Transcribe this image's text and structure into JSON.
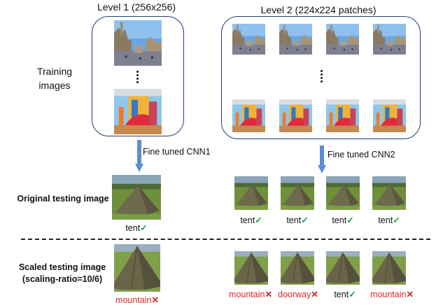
{
  "headers": {
    "level1": "Level 1 (256x256)",
    "level2": "Level 2 (224x224 patches)"
  },
  "training_label": "Training images",
  "arrows": {
    "cnn1": "Fine tuned CNN1",
    "cnn2": "Fine tuned CNN2"
  },
  "rows": {
    "original": "Original testing image",
    "scaled_line1": "Scaled testing image",
    "scaled_line2": "(scaling-ratio=10/6)"
  },
  "original_captions": {
    "level1": {
      "text": "tent",
      "mark": "✓"
    },
    "patches": [
      {
        "text": "tent",
        "mark": "✓"
      },
      {
        "text": "tent",
        "mark": "✓"
      },
      {
        "text": "tent",
        "mark": "✓"
      },
      {
        "text": "tent",
        "mark": "✓"
      }
    ]
  },
  "scaled_captions": {
    "level1": {
      "text": "mountain",
      "mark": "✕"
    },
    "patches": [
      {
        "text": "mountain",
        "mark": "✕"
      },
      {
        "text": "doorway",
        "mark": "✕"
      },
      {
        "text": "tent",
        "mark": "✓"
      },
      {
        "text": "mountain",
        "mark": "✕"
      }
    ]
  },
  "colors": {
    "box_border": "#1e3f6e",
    "arrow": "#5b8ed6",
    "correct": "#1aa34a",
    "wrong": "#e02020"
  }
}
